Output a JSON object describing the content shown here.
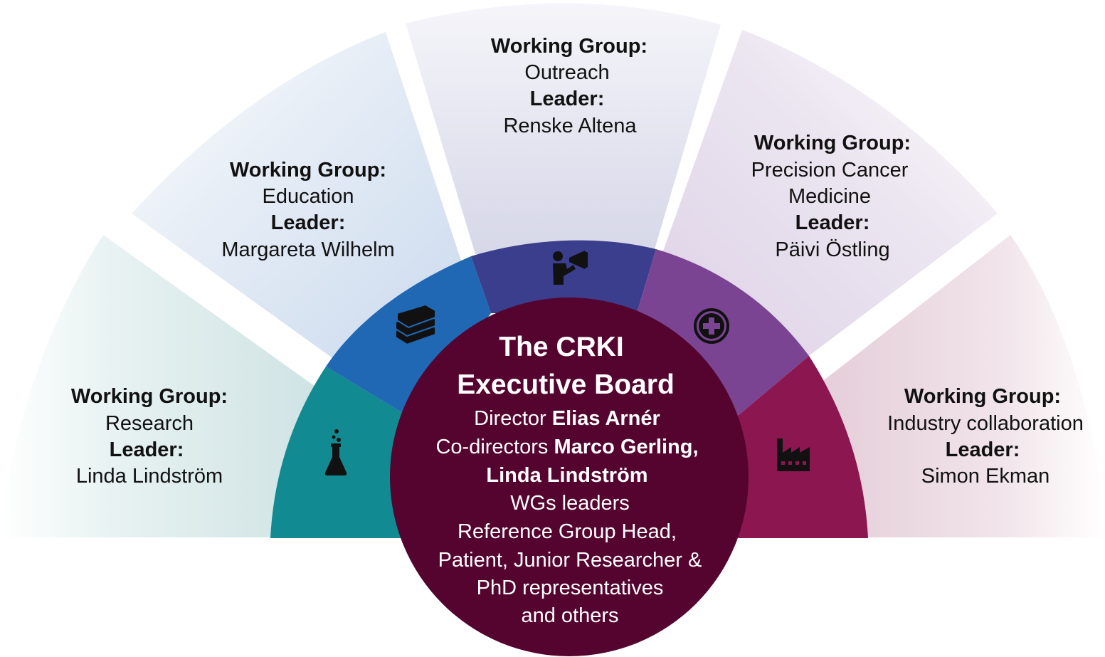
{
  "colors": {
    "board": "#54042f",
    "research": "#128a92",
    "education": "#2068b4",
    "outreach": "#3b3d8d",
    "precision": "#7a4493",
    "industry": "#8c1650",
    "icon": "#111111"
  },
  "working_groups": [
    {
      "id": "research",
      "heading": "Working Group:",
      "name": "Research",
      "leader_label": "Leader:",
      "leader": "Linda Lindström",
      "icon": "flask-icon"
    },
    {
      "id": "education",
      "heading": "Working Group:",
      "name": "Education",
      "leader_label": "Leader:",
      "leader": "Margareta Wilhelm",
      "icon": "books-icon"
    },
    {
      "id": "outreach",
      "heading": "Working Group:",
      "name": "Outreach",
      "leader_label": "Leader:",
      "leader": "Renske Altena",
      "icon": "megaphone-person-icon"
    },
    {
      "id": "precision",
      "heading": "Working Group:",
      "name_line1": "Precision Cancer",
      "name_line2": "Medicine",
      "leader_label": "Leader:",
      "leader": "Päivi Östling",
      "icon": "plus-circle-icon"
    },
    {
      "id": "industry",
      "heading": "Working Group:",
      "name": "Industry collaboration",
      "leader_label": "Leader:",
      "leader": "Simon Ekman",
      "icon": "factory-icon"
    }
  ],
  "board": {
    "title_line1": "The CRKI",
    "title_line2": "Executive Board",
    "director_label": "Director ",
    "director_name": "Elias Arnér",
    "codirectors_label": "Co-directors ",
    "codirector_1": "Marco Gerling,",
    "codirector_2": "Linda Lindström",
    "line_wg": "WGs leaders",
    "line_ref": "Reference Group Head,",
    "line_patient": "Patient, Junior Researcher &",
    "line_phd": "PhD representatives",
    "line_others": "and others"
  }
}
